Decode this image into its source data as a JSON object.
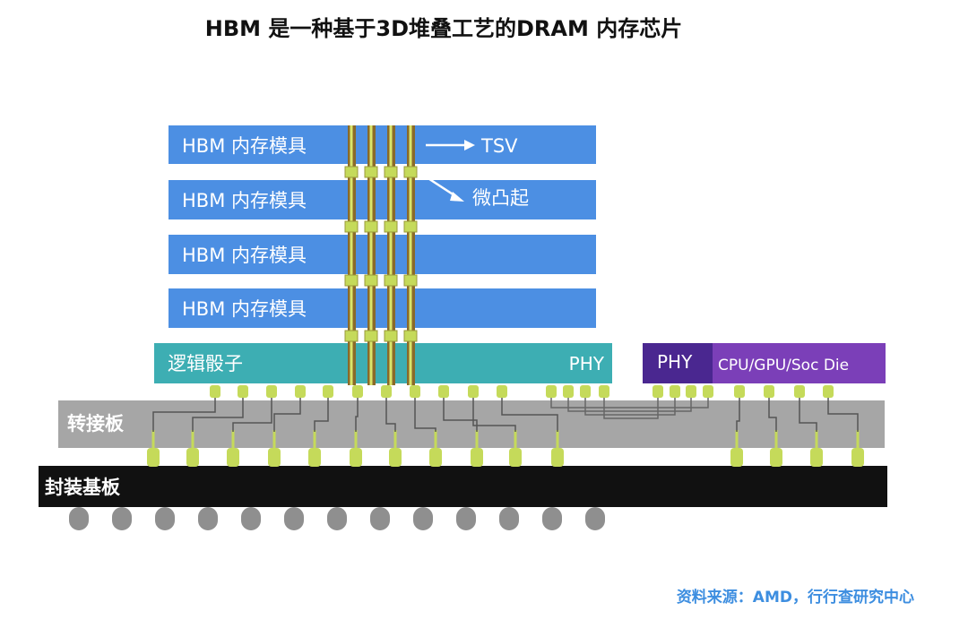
{
  "title": "HBM 是一种基于3D堆叠工艺的DRAM 内存芯片",
  "hbm_layers": [
    "HBM 内存模具",
    "HBM 内存模具",
    "HBM 内存模具",
    "HBM 内存模具"
  ],
  "callouts": {
    "tsv": "TSV",
    "microbump": "微凸起"
  },
  "logic_die": {
    "label": "逻辑骰子",
    "phy": "PHY"
  },
  "soc": {
    "phy": "PHY",
    "label": "CPU/GPU/Soc Die"
  },
  "interposer": "转接板",
  "package_substrate": "封装基板",
  "source": "资料来源：AMD，行行查研究中心",
  "colors": {
    "hbm": "#4c8fe3",
    "logic": "#3daeb3",
    "phy_soc": "#4a2790",
    "soc": "#7b3fb8",
    "interposer": "#a4a4a4",
    "substrate": "#111111",
    "bump": "#c5da5a",
    "source": "#3d8ee0"
  }
}
